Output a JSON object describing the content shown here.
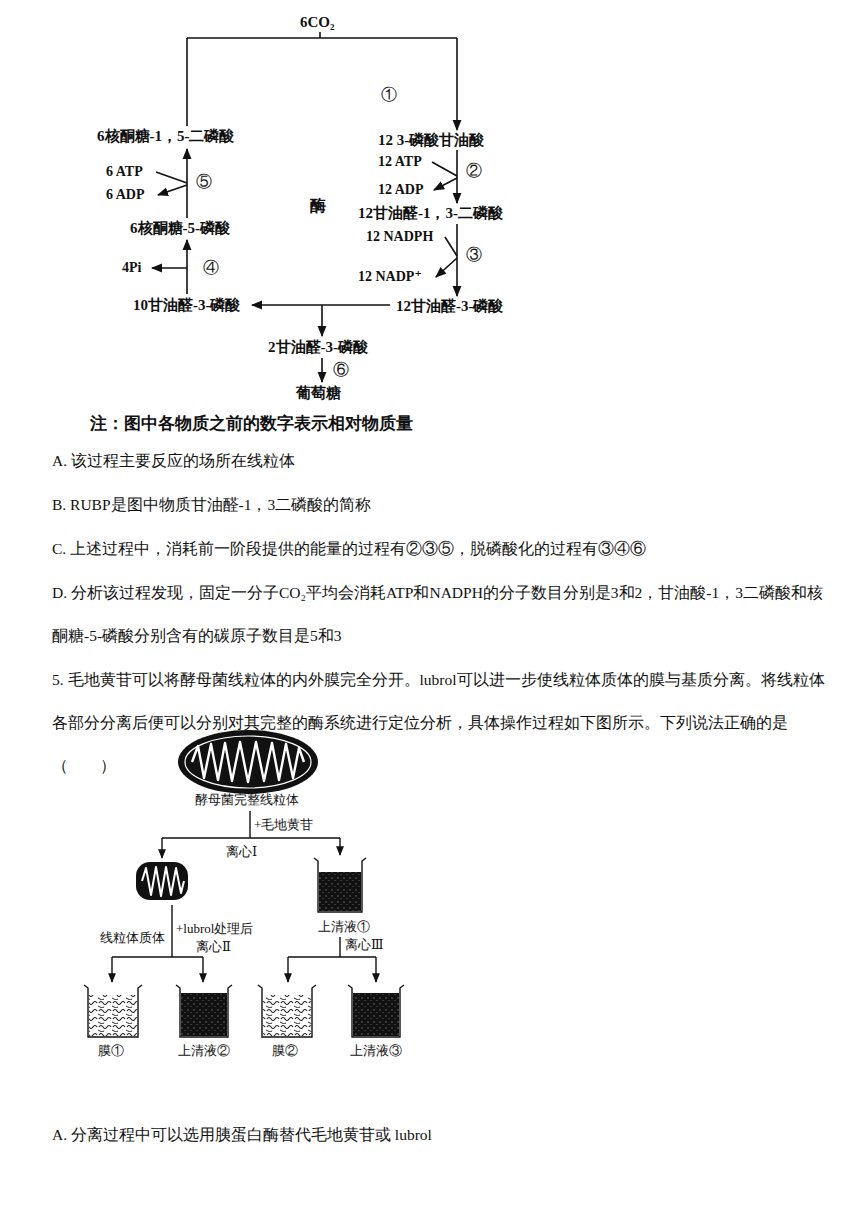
{
  "diagram": {
    "labels": [
      "6CO₂",
      "①",
      "6核酮糖-1，5-二磷酸",
      "12 3-磷酸甘油酸",
      "12 ATP",
      "6 ATP",
      "⑤",
      "②",
      "12 ADP",
      "6 ADP",
      "酶",
      "12甘油醛-1，3-二磷酸",
      "6核酮糖-5-磷酸",
      "12 NADPH",
      "③",
      "4Pi",
      "④",
      "12 NADP⁺",
      "10甘油醛-3-磷酸",
      "12甘油醛-3-磷酸",
      "2甘油醛-3-磷酸",
      "⑥",
      "葡萄糖",
      "注：图中各物质之前的数字表示相对物质量",
      "A. 该过程主要反应的场所在线粒体",
      "B. RUBP是图中物质甘油醛-1，3二磷酸的简称",
      "C. 上述过程中，消耗前一阶段提供的能量的过程有②③⑤，脱磷酸化的过程有③④⑥",
      "D. 分析该过程发现，固定一分子CO₂平均会消耗ATP和NADPH的分子数目分别是3和2，甘油酸-1，3二磷酸和核酮糖-5-磷酸分别含有的碳原子数目是5和3",
      "5. 毛地黄苷可以将酵母菌线粒体的内外膜完全分开。lubrol可以进一步使线粒体质体的膜与基质分离。将线粒体各部分分离后便可以分别对其完整的酶系统进行定位分析，具体操作过程如下图所示。下列说法正确的是（　　）",
      "酵母菌完整线粒体",
      "+毛地黄苷",
      "离心Ⅰ",
      "线粒体质体",
      "上清液①",
      "+lubrol处理后",
      "离心Ⅱ",
      "离心Ⅲ",
      "膜①",
      "上清液②",
      "膜②",
      "上清液③",
      "A. 分离过程中可以选用胰蛋白酶替代毛地黄苷或 lubrol"
    ]
  }
}
